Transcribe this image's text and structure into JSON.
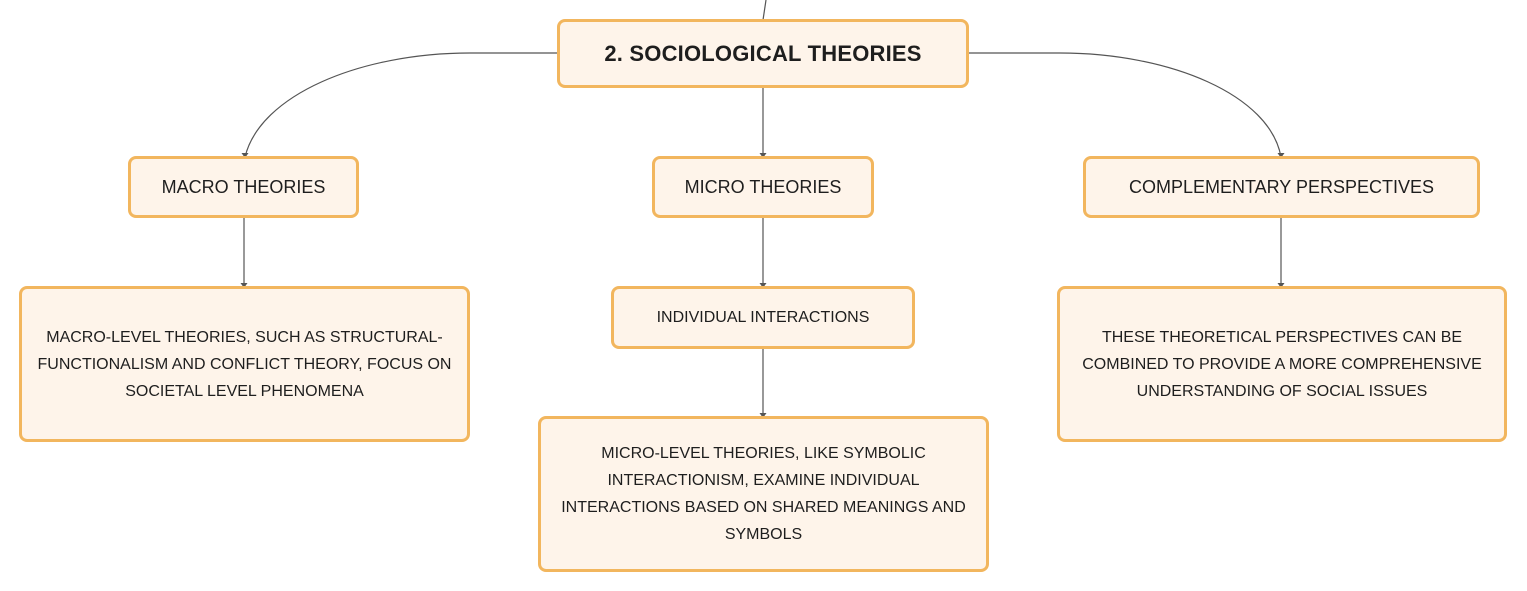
{
  "diagram": {
    "root": {
      "label": "2. SOCIOLOGICAL THEORIES"
    },
    "branches": [
      {
        "label": "MACRO THEORIES",
        "detail": "MACRO-LEVEL THEORIES, SUCH AS STRUCTURAL-FUNCTIONALISM AND CONFLICT THEORY, FOCUS ON SOCIETAL LEVEL PHENOMENA"
      },
      {
        "label": "MICRO THEORIES",
        "sub": "INDIVIDUAL INTERACTIONS",
        "detail": "MICRO-LEVEL THEORIES, LIKE SYMBOLIC INTERACTIONISM, EXAMINE INDIVIDUAL INTERACTIONS BASED ON SHARED MEANINGS AND SYMBOLS"
      },
      {
        "label": "COMPLEMENTARY PERSPECTIVES",
        "detail": "THESE THEORETICAL PERSPECTIVES CAN BE COMBINED TO PROVIDE A MORE COMPREHENSIVE UNDERSTANDING OF SOCIAL ISSUES"
      }
    ],
    "colors": {
      "node_fill": "#fef4ea",
      "node_border": "#f2b65e",
      "connector": "#555555",
      "text": "#1e1e1e"
    }
  }
}
